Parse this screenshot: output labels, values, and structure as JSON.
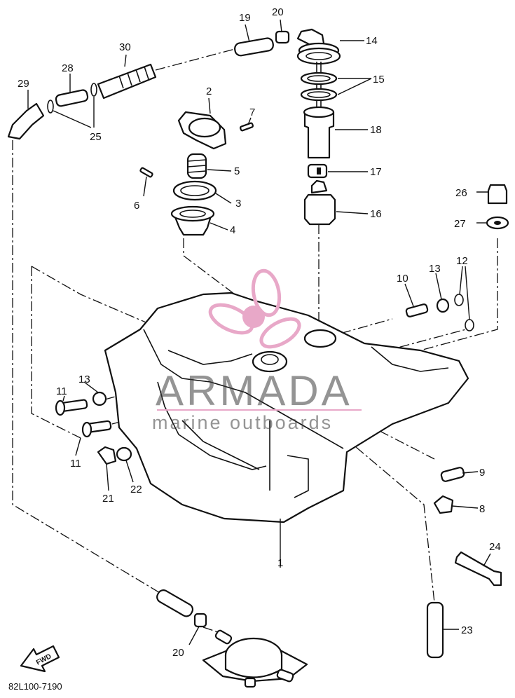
{
  "diagram": {
    "code": "82L100-7190",
    "fwd_label": "FWD",
    "watermark": {
      "brand": "ARMADA",
      "tagline": "marine outboards",
      "logo_color": "#e8a8c8"
    },
    "callouts": {
      "p1": "1",
      "p2": "2",
      "p3": "3",
      "p4": "4",
      "p5": "5",
      "p6": "6",
      "p7": "7",
      "p8": "8",
      "p9": "9",
      "p10": "10",
      "p11a": "11",
      "p11b": "11",
      "p12": "12",
      "p13a": "13",
      "p13b": "13",
      "p14": "14",
      "p15": "15",
      "p16": "16",
      "p17": "17",
      "p18": "18",
      "p19": "19",
      "p20a": "20",
      "p20b": "20",
      "p21": "21",
      "p22": "22",
      "p23": "23",
      "p24": "24",
      "p25": "25",
      "p26": "26",
      "p27": "27",
      "p28": "28",
      "p29": "29",
      "p30": "30"
    }
  }
}
